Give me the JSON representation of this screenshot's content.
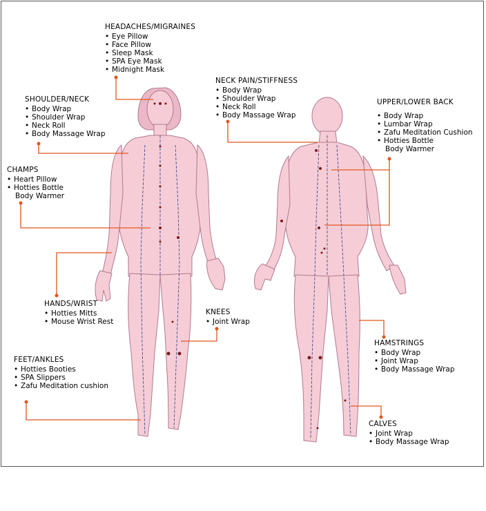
{
  "groups": {
    "headaches": {
      "title": "HEADACHES/MIGRAINES",
      "items": [
        "Eye Pillow",
        "Face Pillow",
        "Sleep Mask",
        "SPA Eye Mask",
        "Midnight Mask"
      ]
    },
    "shoulder": {
      "title": "SHOULDER/NECK",
      "items": [
        "Body Wrap",
        "Shoulder Wrap",
        "Neck Roll",
        "Body Massage Wrap"
      ]
    },
    "champs": {
      "title": "CHAMPS",
      "items": [
        "Heart Pillow",
        "Hotties Bottle"
      ],
      "continuation": "Body Warmer"
    },
    "hands": {
      "title": "HANDS/WRIST",
      "items": [
        "Hotties Mitts",
        "Mouse Wrist Rest"
      ]
    },
    "feet": {
      "title": "FEET/ANKLES",
      "items": [
        "Hotties Booties",
        "SPA Slippers",
        "Zafu Meditation cushion"
      ]
    },
    "knees": {
      "title": "KNEES",
      "items": [
        "Joint Wrap"
      ]
    },
    "neck": {
      "title": "NECK PAIN/STIFFNESS",
      "items": [
        "Body Wrap",
        "Shoulder Wrap",
        "Neck Roll",
        "Body Massage Wrap"
      ]
    },
    "back": {
      "title": "UPPER/LOWER BACK",
      "items": [
        "Body Wrap",
        "Lumbar Wrap",
        "Zafu Meditation Cushion",
        "Hotties Bottle"
      ],
      "continuation": "Body Warmer"
    },
    "hamstrings": {
      "title": "HAMSTRINGS",
      "items": [
        "Body Wrap",
        "Joint Wrap",
        "Body Massage Wrap"
      ]
    },
    "calves": {
      "title": "CALVES",
      "items": [
        "Joint Wrap",
        "Body Massage Wrap"
      ]
    }
  },
  "colors": {
    "skin": "#f6cdd6",
    "skin_edge": "#b07890",
    "leader": "#e2551e",
    "meridian": "#2a3f8f"
  }
}
